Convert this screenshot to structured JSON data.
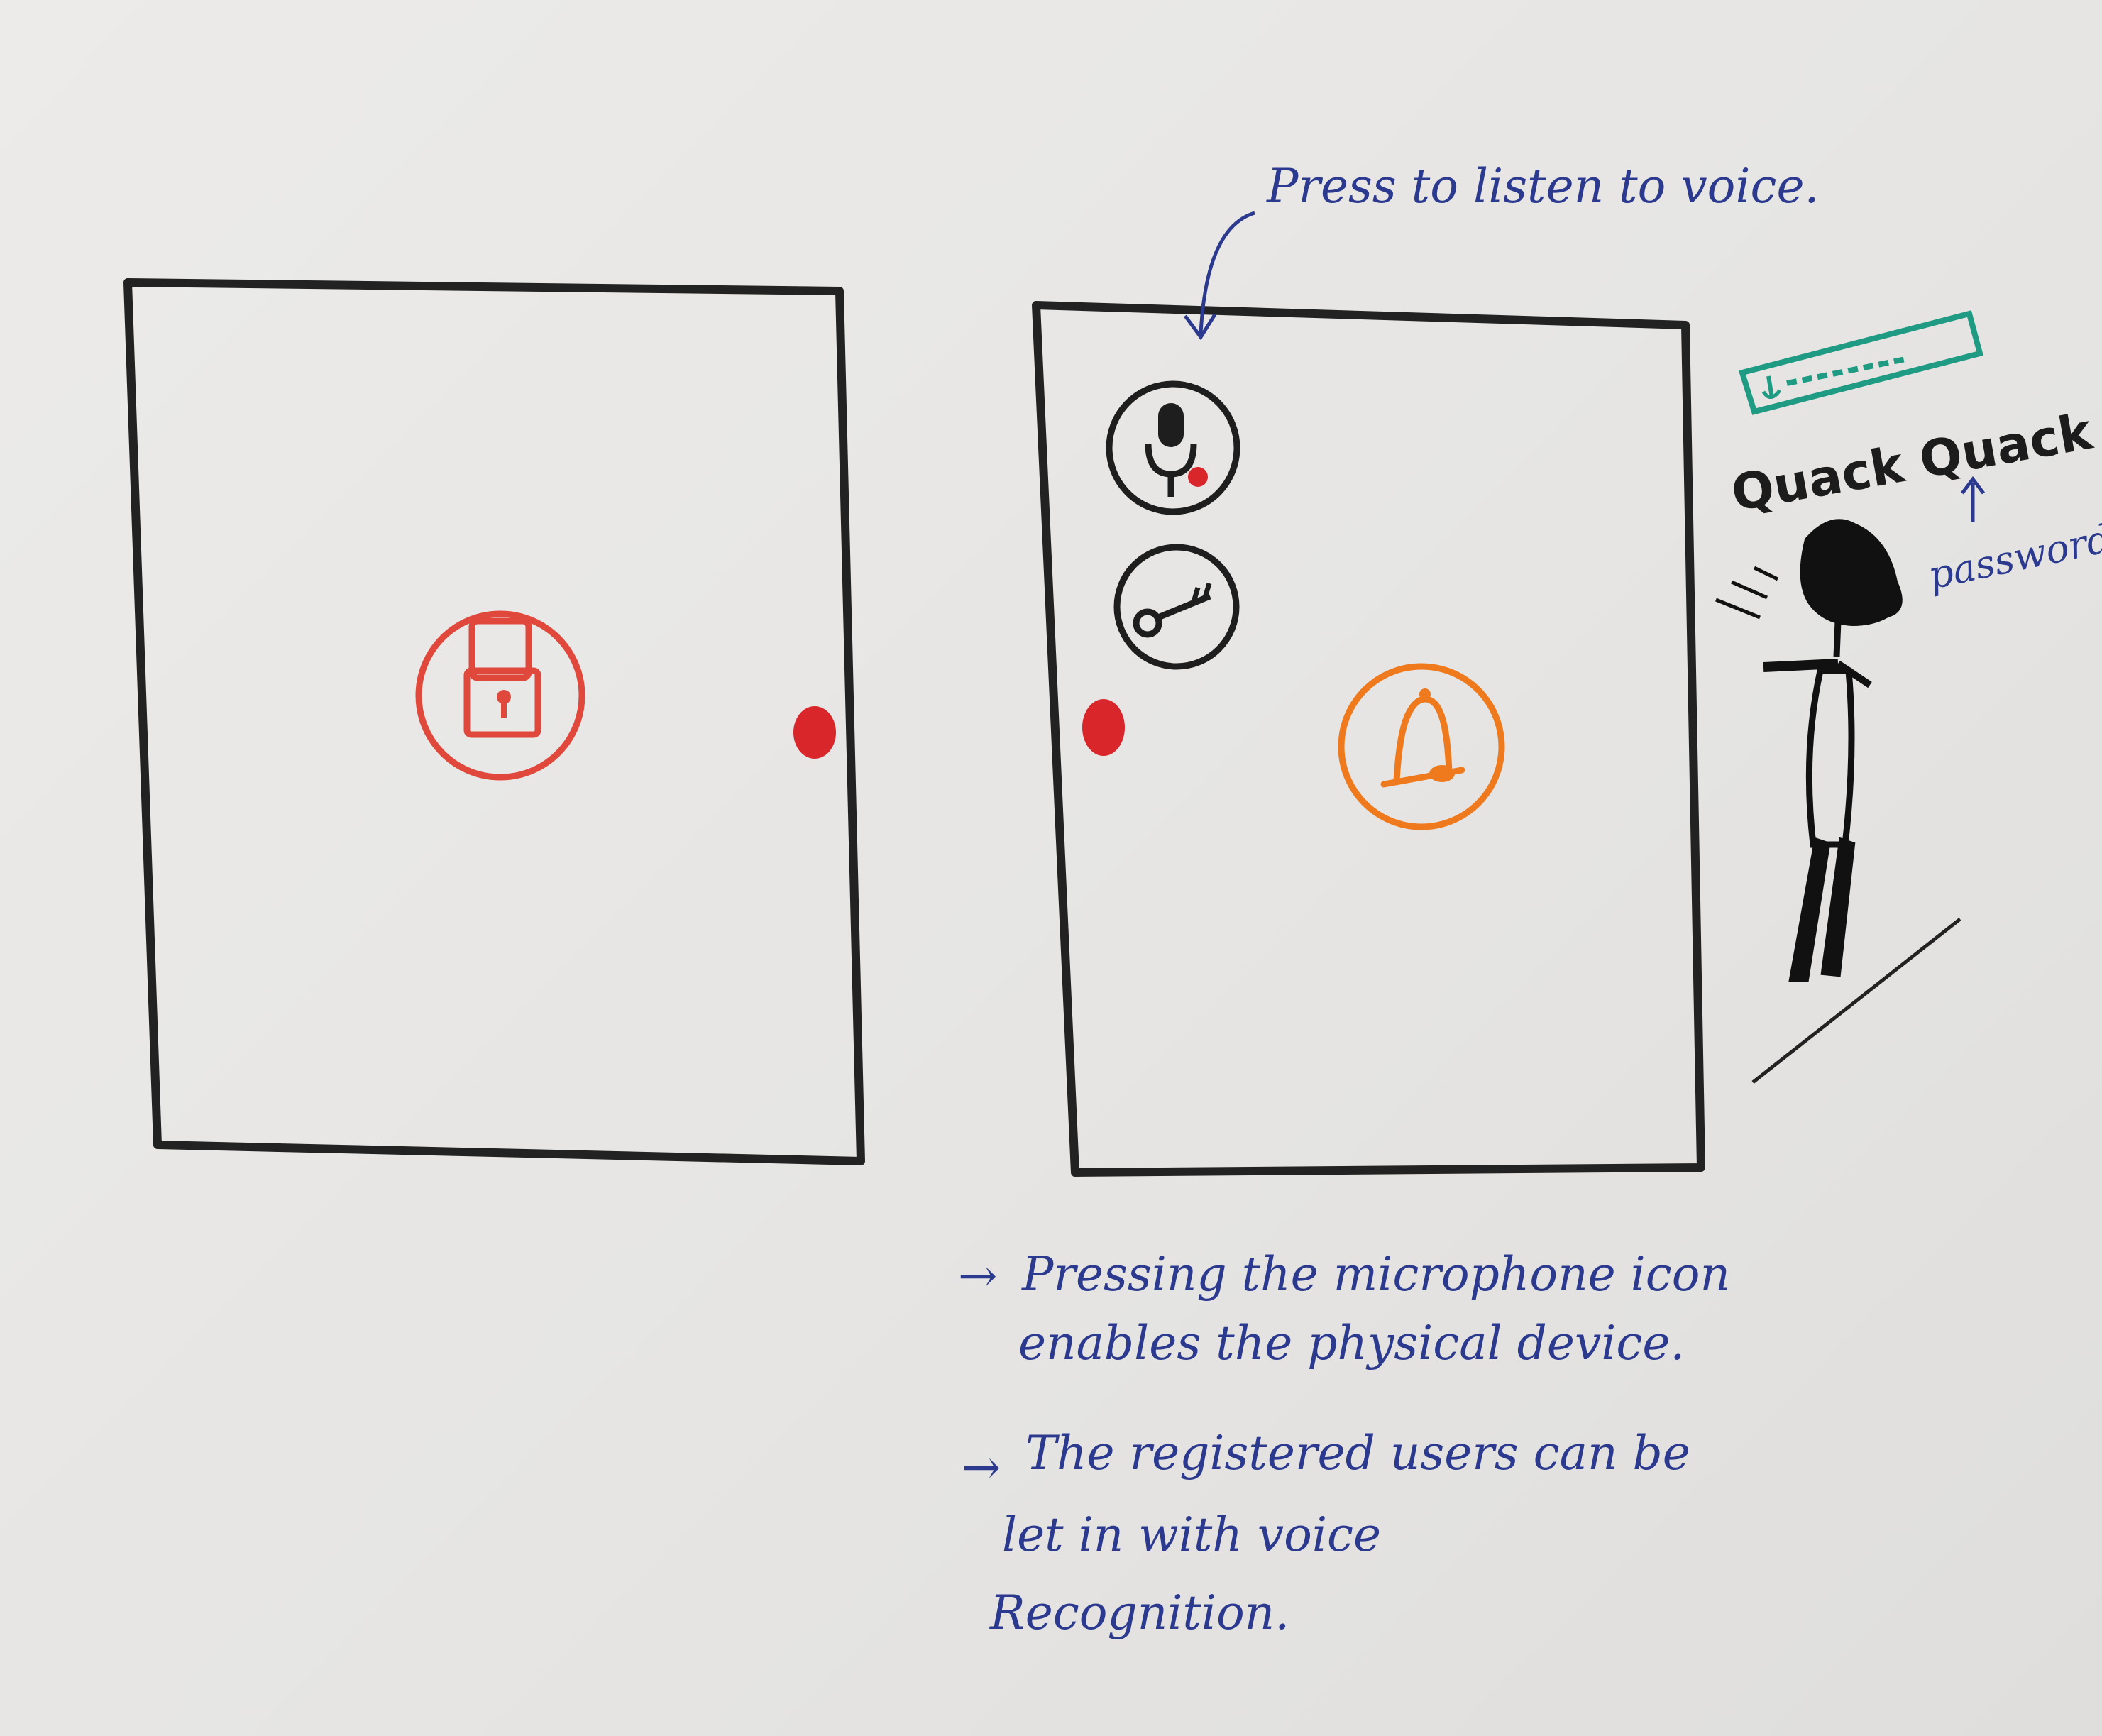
{
  "annotations": {
    "press_to_listen": "Press to listen to voice.",
    "notes": [
      {
        "bullet": "→",
        "lines": [
          "Pressing the microphone icon",
          "enables the physical device."
        ]
      },
      {
        "bullet": "→",
        "lines": [
          "The registered users can be",
          "let in with voice",
          "Recognition."
        ]
      }
    ]
  },
  "speech": {
    "text": "Quack Quack !",
    "password_label": "password"
  },
  "icons": {
    "left_door": [
      "lock-icon",
      "door-handle-icon"
    ],
    "right_door": [
      "microphone-icon",
      "key-icon",
      "bell-icon",
      "door-handle-icon"
    ],
    "display": "microphone-password-display-icon"
  },
  "colors": {
    "ink_black": "#1e1e1e",
    "ink_blue": "#2b3a8f",
    "lock_red": "#e0483c",
    "handle_red": "#d8262a",
    "bell_orange": "#ef7a1e",
    "display_green": "#1f9a83"
  }
}
